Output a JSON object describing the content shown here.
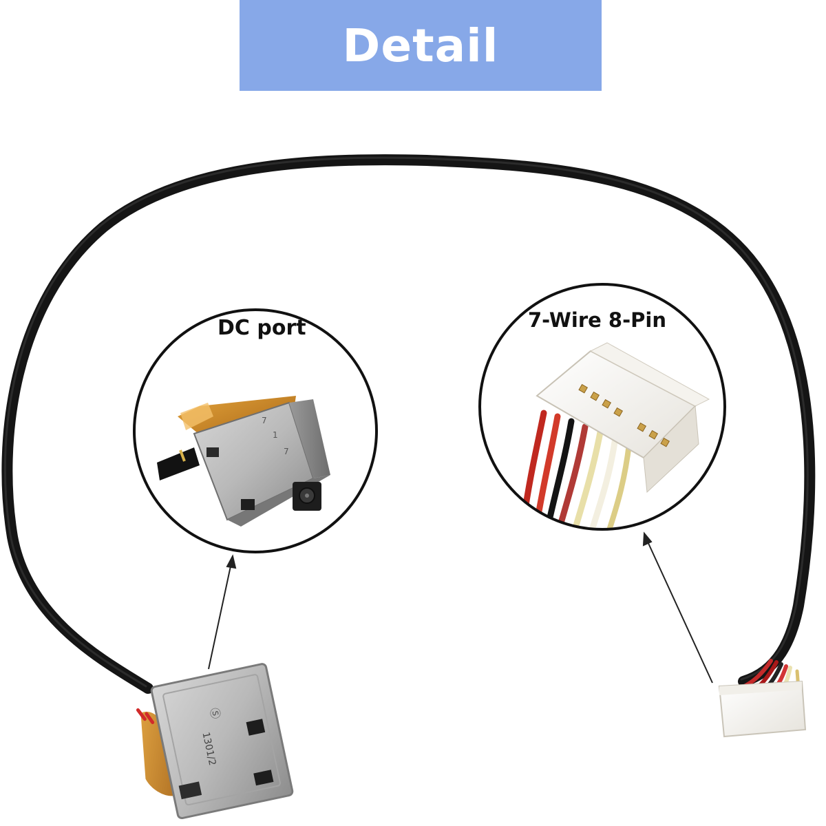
{
  "banner": {
    "title": "Detail",
    "background_color": "#87a8e8",
    "text_color": "#ffffff"
  },
  "callouts": {
    "dc_port_label": "DC port",
    "connector_label": "7-Wire 8-Pin"
  },
  "image": {
    "subject": "laptop DC power jack with cable harness",
    "cable_color": "#151515"
  }
}
